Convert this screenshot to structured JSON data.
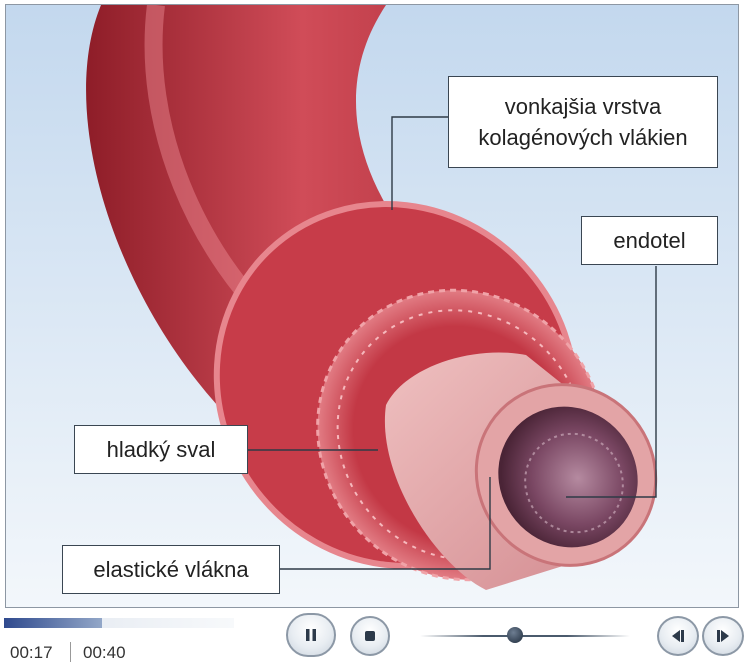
{
  "video": {
    "labels": {
      "outer_line1": "vonkajšia vrstva",
      "outer_line2": "kolagénových vlákien",
      "endotel": "endotel",
      "smooth_muscle": "hladký sval",
      "elastic_fibers": "elastické vlákna"
    },
    "colors": {
      "background_top": "#c9dcef",
      "background_bottom": "#f4f8fc",
      "vessel_dark": "#a3242f",
      "vessel_mid": "#cf4a57",
      "vessel_light": "#e89a9f",
      "inner_tube": "#e6a8a8",
      "lumen": "#6a3a52"
    }
  },
  "controls": {
    "time_current": "00:17",
    "time_total": "00:40",
    "progress_fraction": 0.425,
    "seek_fraction": 0.45,
    "icons": {
      "pause": "pause-icon",
      "stop": "stop-icon",
      "previous": "previous-icon",
      "next": "next-icon"
    }
  }
}
